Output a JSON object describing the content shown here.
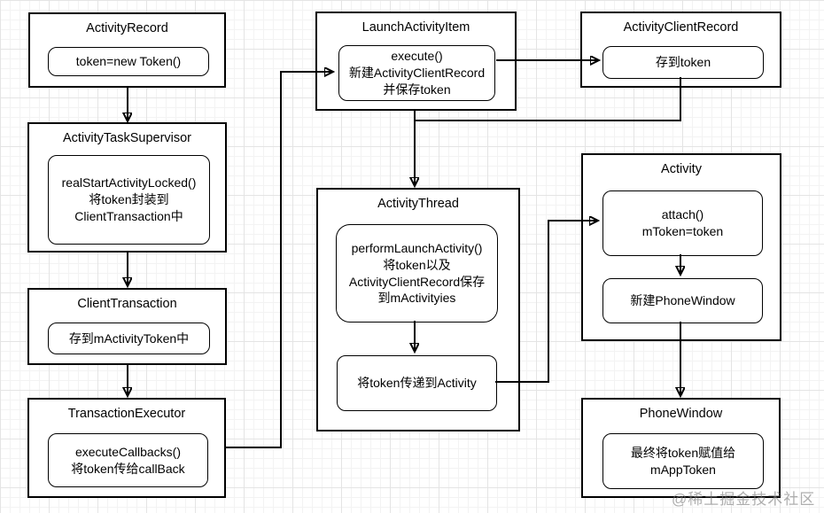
{
  "diagram": {
    "nodes": {
      "activity_record": {
        "title": "ActivityRecord",
        "body": "token=new Token()"
      },
      "activity_task_supervisor": {
        "title": "ActivityTaskSupervisor",
        "body": "realStartActivityLocked()\n将token封装到\nClientTransaction中"
      },
      "client_transaction": {
        "title": "ClientTransaction",
        "body": "存到mActivityToken中"
      },
      "transaction_executor": {
        "title": "TransactionExecutor",
        "body": "executeCallbacks()\n将token传给callBack"
      },
      "launch_activity_item": {
        "title": "LaunchActivityItem",
        "body": "execute()\n新建ActivityClientRecord\n并保存token"
      },
      "activity_client_record": {
        "title": "ActivityClientRecord",
        "body": "存到token"
      },
      "activity_thread": {
        "title": "ActivityThread",
        "body1": "performLaunchActivity()\n将token以及\nActivityClientRecord保存\n到mActivityies",
        "body2": "将token传递到Activity"
      },
      "activity": {
        "title": "Activity",
        "body1": "attach()\nmToken=token",
        "body2": "新建PhoneWindow"
      },
      "phone_window": {
        "title": "PhoneWindow",
        "body": "最终将token赋值给\nmAppToken"
      }
    },
    "watermark": "@稀土掘金技术社区",
    "colors": {
      "node_border": "#000000",
      "node_background": "#ffffff",
      "connector": "#000000",
      "grid_minor": "#f3f3f3",
      "grid_major": "#e4e4e4",
      "watermark": "#7d7d7d"
    }
  }
}
